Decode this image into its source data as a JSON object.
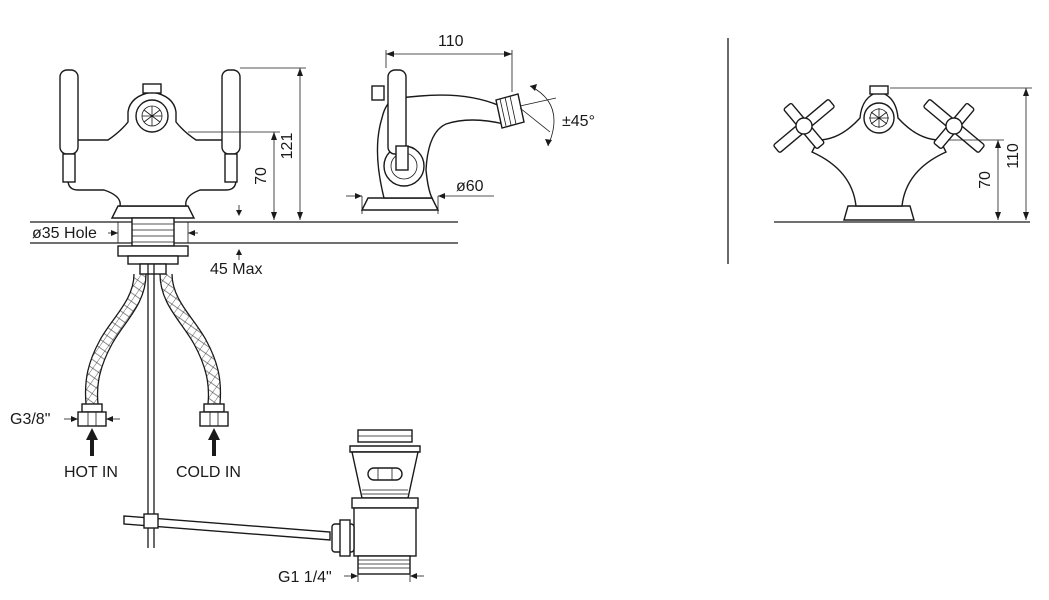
{
  "labels": {
    "width_110": "110",
    "height_121": "121",
    "height_70_left": "70",
    "angle": "±45°",
    "diameter_60": "ø60",
    "hole": "ø35 Hole",
    "max": "45 Max",
    "thread_inlet": "G3/8\"",
    "hot_in": "HOT IN",
    "cold_in": "COLD IN",
    "thread_waste": "G1 1/4\"",
    "height_110_right": "110",
    "height_70_right": "70"
  }
}
